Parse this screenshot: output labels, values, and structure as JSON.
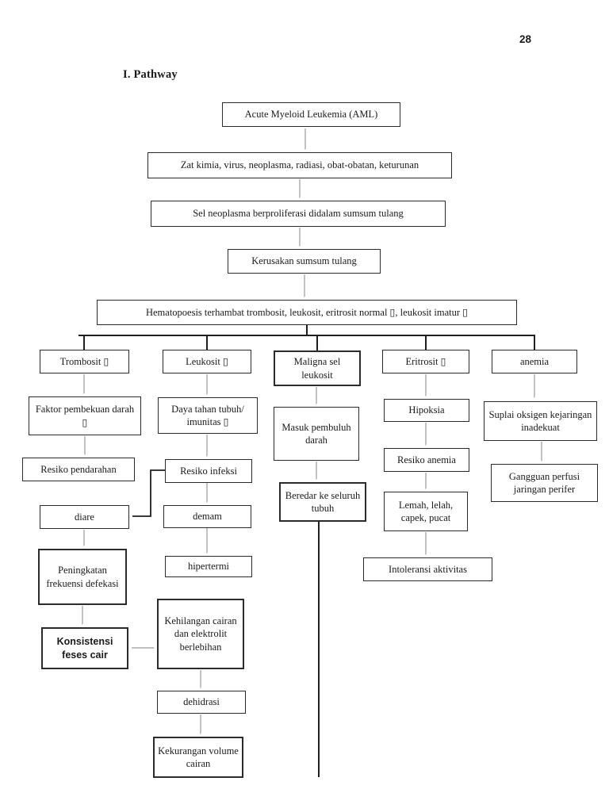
{
  "page": {
    "number": "28",
    "heading": "I. Pathway"
  },
  "colors": {
    "page_bg": "#ffffff",
    "box_border": "#2b2b2b",
    "text": "#1a1a1a",
    "arrow_gray": "#9a9a9a",
    "line_black": "#1f1f1f"
  },
  "diagram": {
    "type": "flowchart",
    "nodes": {
      "aml": {
        "label": "Acute Myeloid Leukemia (AML)"
      },
      "causes": {
        "label": "Zat kimia, virus, neoplasma, radiasi, obat-obatan, keturunan"
      },
      "proliferasi": {
        "label": "Sel neoplasma berproliferasi didalam sumsum tulang"
      },
      "kerusakan": {
        "label": "Kerusakan sumsum tulang"
      },
      "hematopoesis": {
        "label": "Hematopoesis terhambat trombosit, leukosit, eritrosit normal ▯, leukosit imatur ▯"
      },
      "trombosit": {
        "label": "Trombosit ▯"
      },
      "leukosit": {
        "label": "Leukosit ▯"
      },
      "maligna": {
        "label": "Maligna sel leukosit"
      },
      "eritrosit": {
        "label": "Eritrosit ▯"
      },
      "anemia": {
        "label": "anemia"
      },
      "faktor_pembekuan": {
        "label": "Faktor pembekuan darah ▯"
      },
      "resiko_pendarahan": {
        "label": "Resiko pendarahan"
      },
      "diare": {
        "label": "diare"
      },
      "peningkatan": {
        "label": "Peningkatan frekuensi defekasi"
      },
      "konsistensi": {
        "label": "Konsistensi feses cair"
      },
      "daya_tahan": {
        "label": "Daya tahan tubuh/ imunitas ▯"
      },
      "resiko_infeksi": {
        "label": "Resiko infeksi"
      },
      "demam": {
        "label": "demam"
      },
      "hipertermi": {
        "label": "hipertermi"
      },
      "kehilangan": {
        "label": "Kehilangan cairan dan elektrolit berlebihan"
      },
      "dehidrasi": {
        "label": "dehidrasi"
      },
      "kekurangan": {
        "label": "Kekurangan volume cairan"
      },
      "masuk": {
        "label": "Masuk pembuluh darah"
      },
      "beredar": {
        "label": "Beredar ke seluruh tubuh"
      },
      "hipoksia": {
        "label": "Hipoksia"
      },
      "resiko_anemia": {
        "label": "Resiko anemia"
      },
      "lemah": {
        "label": "Lemah, lelah, capek, pucat"
      },
      "intoleransi": {
        "label": "Intoleransi aktivitas"
      },
      "suplai": {
        "label": "Suplai oksigen kejaringan inadekuat"
      },
      "gangguan": {
        "label": "Gangguan perfusi jaringan perifer"
      }
    }
  }
}
